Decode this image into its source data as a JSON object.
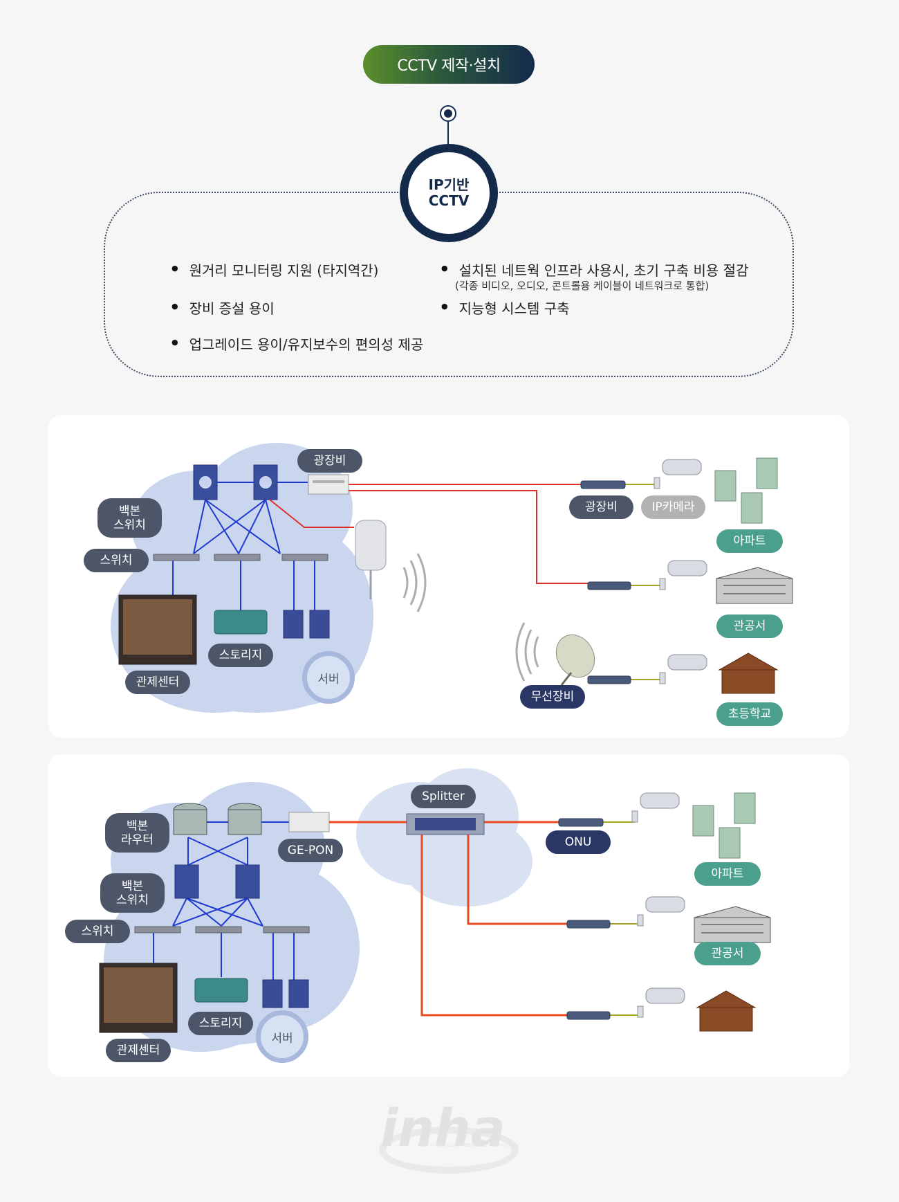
{
  "header": {
    "title": "CCTV 제작·설치",
    "center_title_line1": "IP기반",
    "center_title_line2": "CCTV"
  },
  "features": {
    "left": [
      "원거리 모니터링 지원 (타지역간)",
      "장비 증설 용이",
      "업그레이드 용이/유지보수의 편의성 제공"
    ],
    "right": [
      "설치된 네트웍 인프라 사용시, 초기 구축 비용 절감",
      "지능형 시스템 구축"
    ],
    "right_note": "(각종 비디오, 오디오, 콘트롤용 케이블이 네트워크로 통합)"
  },
  "diagram1": {
    "labels": {
      "backbone_switch": "백본\n스위치",
      "switch": "스위치",
      "control_center": "관제센터",
      "storage": "스토리지",
      "server": "서버",
      "optical_equipment": "광장비",
      "remote_optical": "광장비",
      "ip_camera": "IP카메라",
      "wireless": "무선장비",
      "apartment": "아파트",
      "government": "관공서",
      "school": "초등학교"
    }
  },
  "diagram2": {
    "labels": {
      "backbone_router": "백본\n라우터",
      "backbone_switch": "백본\n스위치",
      "switch": "스위치",
      "gepon": "GE-PON",
      "splitter": "Splitter",
      "onu": "ONU",
      "control_center": "관제센터",
      "storage": "스토리지",
      "server": "서버",
      "apartment": "아파트",
      "government": "관공서"
    }
  },
  "footer": {
    "logo_text": "inha",
    "logo_sub": "Communication Network Technology"
  },
  "colors": {
    "navy": "#142a4b",
    "green": "#5b8f2a",
    "label_green": "#4aa08c",
    "label_dark": "#4d5668",
    "red_line": "#e0302a",
    "orange_line": "#ea4a1e",
    "blue_line": "#1f3ad0"
  }
}
